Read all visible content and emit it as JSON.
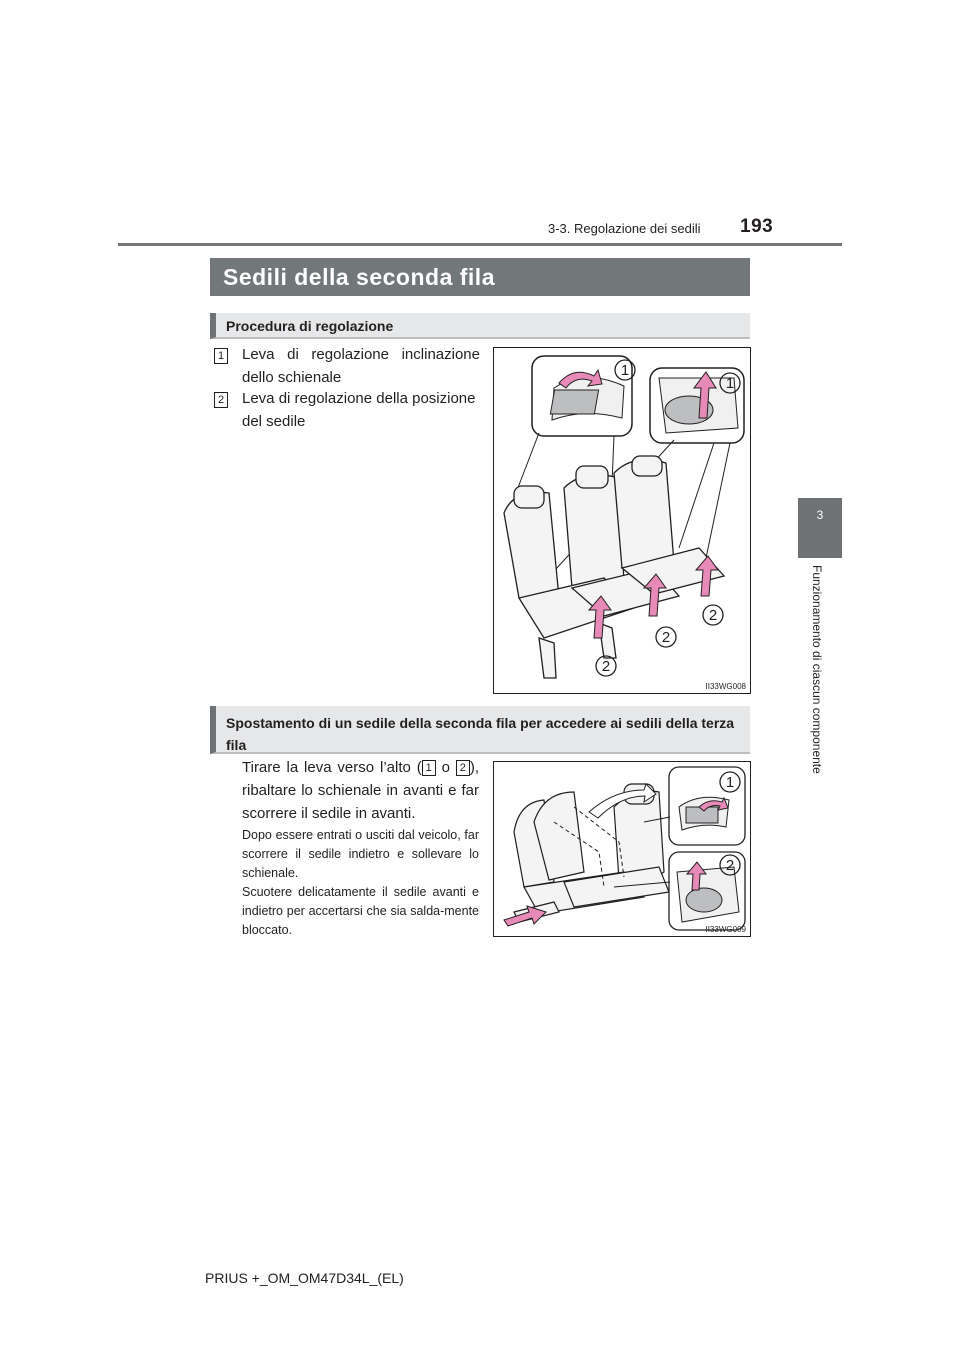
{
  "header": {
    "page_number": "193",
    "section_ref": "3-3. Regolazione dei sedili"
  },
  "side_tab": {
    "number": "3",
    "label": "Funzionamento di ciascun componente"
  },
  "title": "Sedili della seconda fila",
  "section1": {
    "heading": "Procedura di regolazione",
    "items": [
      {
        "num": "1",
        "text_line1": "Leva di regolazione inclinazione",
        "text_line2": "dello schienale"
      },
      {
        "num": "2",
        "text_line1": "Leva di regolazione della posizione",
        "text_line2": "del sedile"
      }
    ],
    "figure": {
      "code": "II33WG008",
      "labels": [
        "1",
        "1",
        "2",
        "2",
        "2"
      ]
    }
  },
  "section2": {
    "heading": "Spostamento di un sedile della seconda fila per accedere ai sedili della terza fila",
    "body_part1": "Tirare la leva verso l’alto (",
    "body_num1": "1",
    "body_part2": " o ",
    "body_num2": "2",
    "body_part3": "), ribaltare lo schienale in avanti e far scorrere il sedile in avanti.",
    "note_line1": "Dopo essere entrati o usciti dal veicolo, far scorrere il sedile indietro e sollevare lo schienale.",
    "note_line2": "Scuotere delicatamente il sedile avanti e indietro per accertarsi che sia salda-mente bloccato.",
    "figure": {
      "code": "II33WG009",
      "labels": [
        "1",
        "2"
      ]
    }
  },
  "footer": "PRIUS +_OM_OM47D34L_(EL)",
  "colors": {
    "title_bar": "#727779",
    "subhead_bg": "#e6e7e8",
    "arrow_pink": "#e88ab8",
    "side_tab": "#6e7275"
  }
}
